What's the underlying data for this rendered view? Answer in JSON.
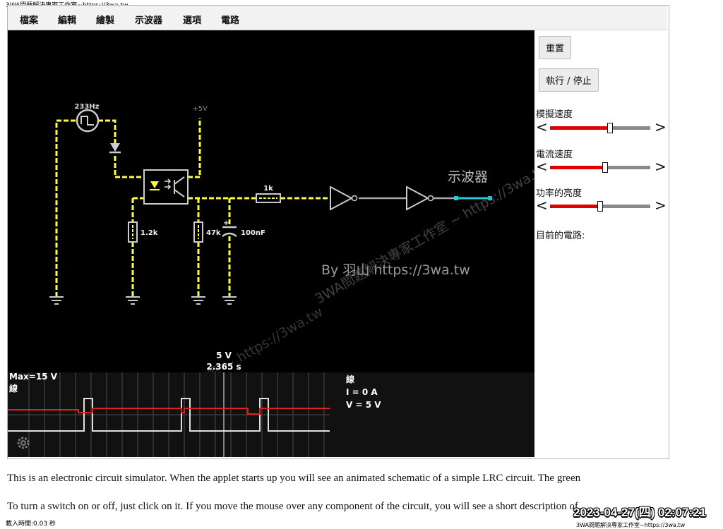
{
  "window": {
    "top_caption": "3WA問題解決專家工作室~https://3wa.tw"
  },
  "menu": {
    "items": [
      "檔案",
      "編輯",
      "繪製",
      "示波器",
      "選項",
      "電路"
    ]
  },
  "circuit": {
    "source_label": "233Hz",
    "supply_label": "+5V",
    "resistor_1_label": "1.2k",
    "resistor_2_label": "47k",
    "capacitor_label": "100nF",
    "capacitor_plus": "+",
    "resistor_3_label": "1k",
    "output_label": "示波器",
    "watermark_byline": "By 羽山 https://3wa.tw",
    "watermark_diagonal": "3WA問題解決專家工作室 ~ https://3wa.tw",
    "watermark_diagonal_2": "3WA問題解決專家工作室 ~ https://3wa.tw",
    "colors": {
      "wire_active": "#ffff33",
      "wire_idle": "#aaaaaa",
      "probe": "#22ccdd"
    }
  },
  "scope": {
    "max_label": "Max=15 V",
    "wire_label": "線",
    "cursor_voltage": "5 V",
    "cursor_time": "2.365 s",
    "info_title": "線",
    "info_current": "I = 0 A",
    "info_voltage": "V = 5 V",
    "settings_icon": "gear-icon",
    "colors": {
      "trace_voltage": "#ffffff",
      "trace_current": "#dd2222",
      "grid": "#555555"
    }
  },
  "sidebar": {
    "reset_label": "重置",
    "run_label": "執行 / 停止",
    "sliders": [
      {
        "label": "模擬速度",
        "value": 0.6
      },
      {
        "label": "電流速度",
        "value": 0.55
      },
      {
        "label": "功率的亮度",
        "value": 0.5
      }
    ],
    "circuit_label": "目前的電路:"
  },
  "description": {
    "line1": "This is an electronic circuit simulator.  When the applet starts up you will see an animated schematic of a simple LRC circuit. The green",
    "line2": "To turn a switch on or off, just click on it.  If you move the mouse over any component of the circuit, you will see a short description of"
  },
  "overlay": {
    "clock": "2023-04-27(四) 02:07:21",
    "load_time": "載入時間:0.03 秒",
    "bottom_caption": "3WA問題解決專家工作室~https://3wa.tw"
  }
}
